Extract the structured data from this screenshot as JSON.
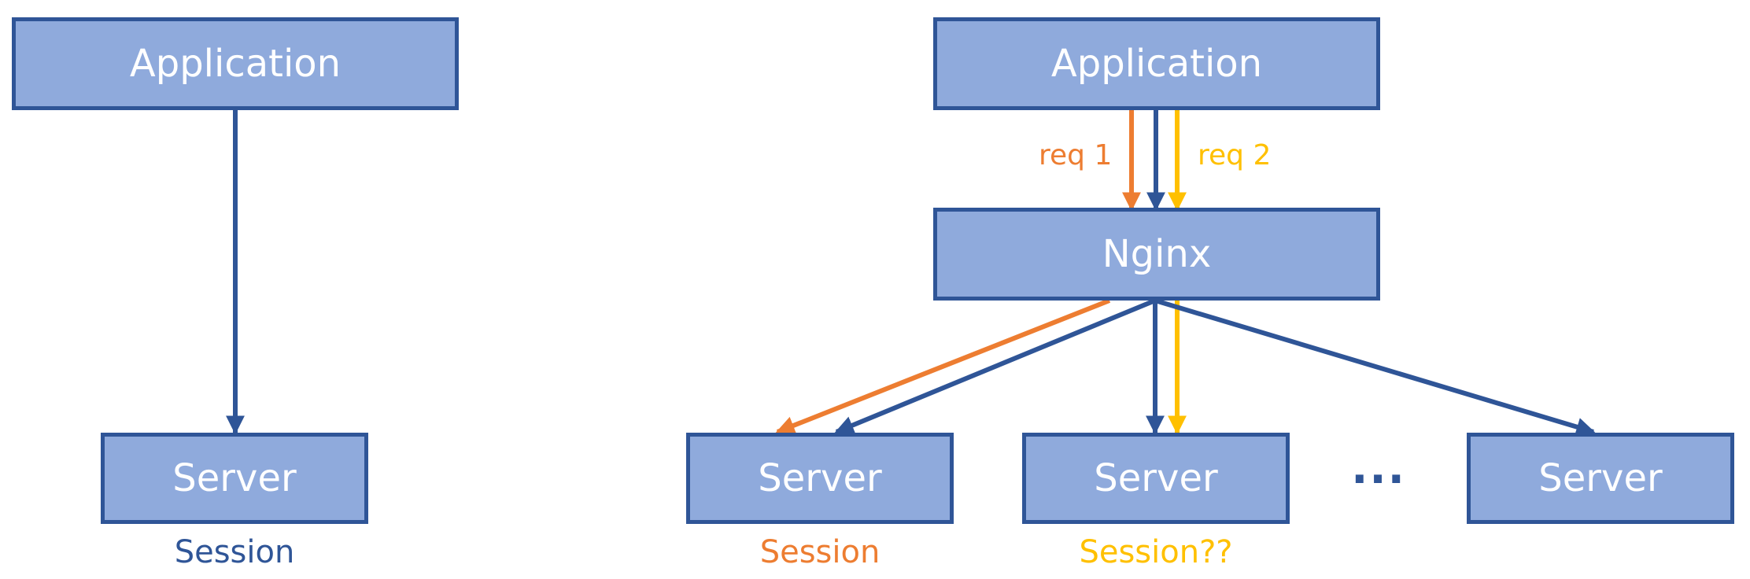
{
  "colors": {
    "box_fill": "#8faadc",
    "box_border": "#2f5597",
    "box_text": "#ffffff",
    "primary": "#2f5597",
    "req1": "#ed7d31",
    "req2": "#ffc000"
  },
  "left_diagram": {
    "application_label": "Application",
    "server_label": "Server",
    "session_label": "Session"
  },
  "right_diagram": {
    "application_label": "Application",
    "req1_label": "req 1",
    "req2_label": "req 2",
    "nginx_label": "Nginx",
    "servers": [
      {
        "label": "Server",
        "session": "Session"
      },
      {
        "label": "Server",
        "session": "Session??"
      },
      {
        "label": "Server",
        "session": ""
      }
    ],
    "ellipsis": "..."
  }
}
